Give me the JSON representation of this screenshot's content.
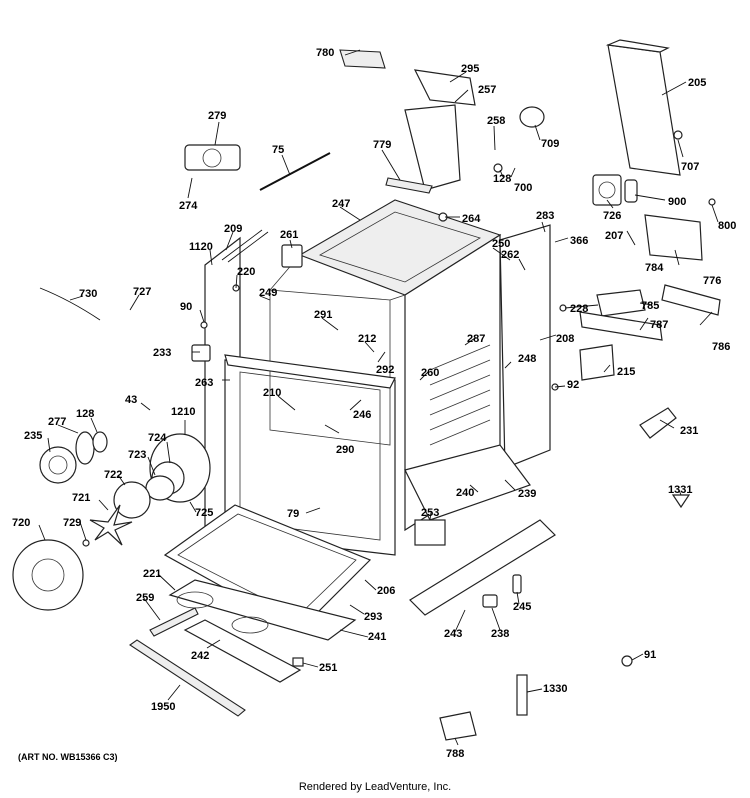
{
  "callouts": [
    "780",
    "295",
    "257",
    "205",
    "279",
    "258",
    "709",
    "75",
    "779",
    "128",
    "700",
    "707",
    "274",
    "726",
    "900",
    "247",
    "264",
    "283",
    "800",
    "209",
    "261",
    "1120",
    "250",
    "366",
    "220",
    "207",
    "784",
    "776",
    "730",
    "727",
    "262",
    "228",
    "785",
    "249",
    "90",
    "291",
    "287",
    "208",
    "786",
    "212",
    "292",
    "233",
    "787",
    "248",
    "260",
    "215",
    "263",
    "92",
    "43",
    "210",
    "246",
    "128",
    "1210",
    "277",
    "290",
    "231",
    "235",
    "724",
    "723",
    "239",
    "240",
    "722",
    "1331",
    "721",
    "725",
    "79",
    "253",
    "720",
    "729",
    "221",
    "206",
    "259",
    "293",
    "245",
    "241",
    "243",
    "238",
    "242",
    "251",
    "91",
    "1330",
    "1950",
    "788"
  ],
  "art_number": "(ART NO. WB15366 C3)",
  "footer": "Rendered by LeadVenture, Inc."
}
